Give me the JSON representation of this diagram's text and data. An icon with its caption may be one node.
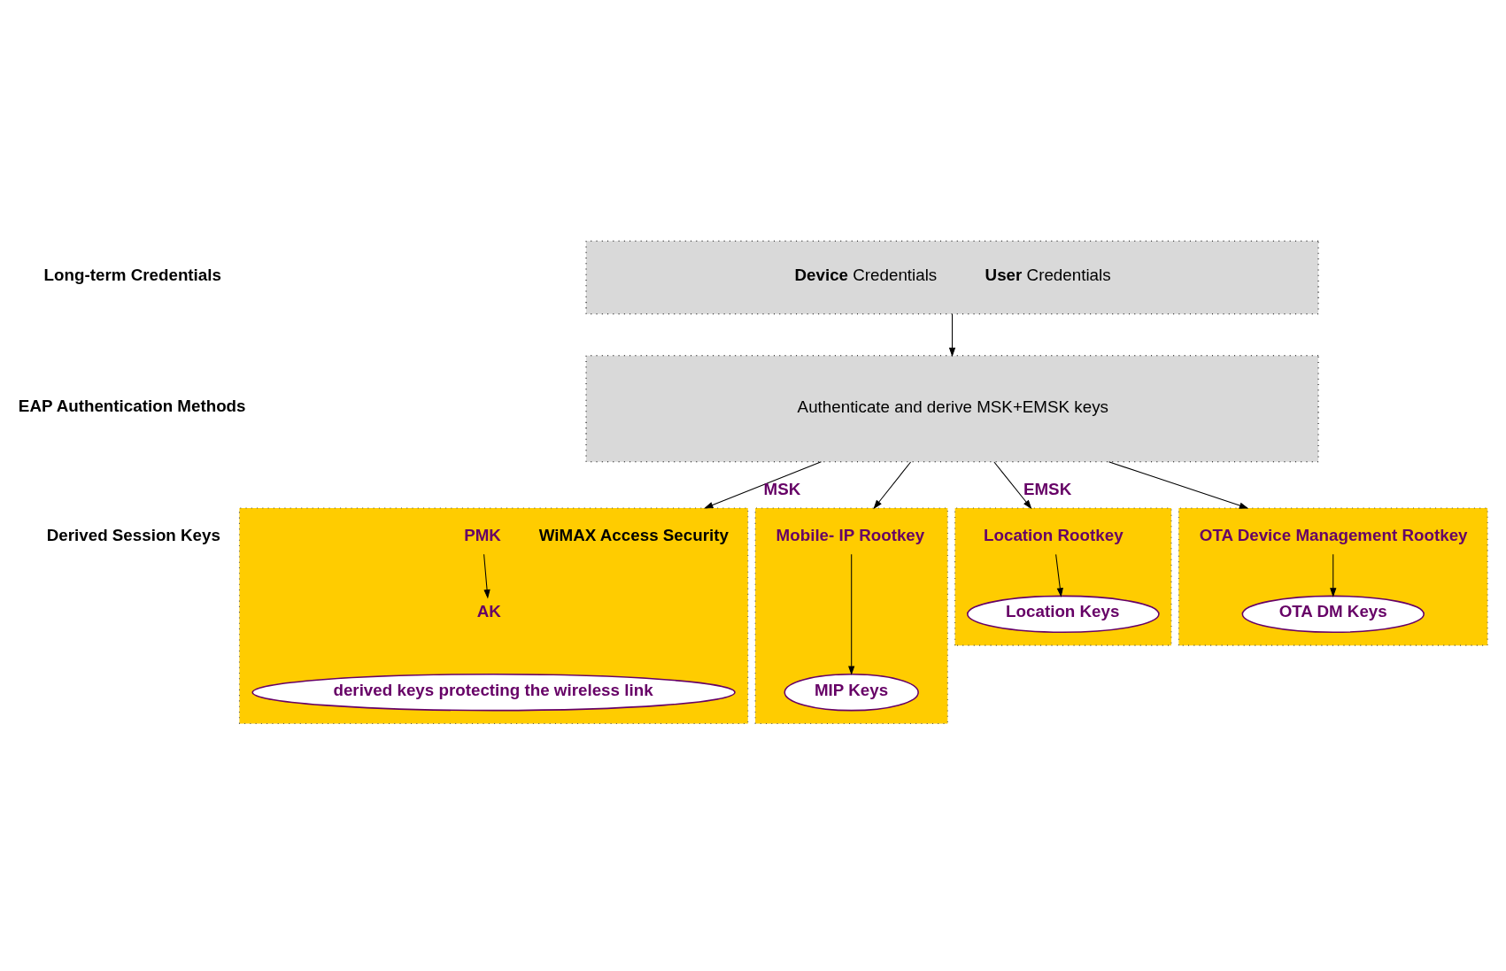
{
  "diagram": {
    "nodes": [
      {
        "text": [
          "**Device** Credentials",
          "**User** Credentials"
        ]
      },
      {
        "text": [
          "Authenticate and derive MSK+EMSK keys"
        ]
      },
      {
        "text": [],
        "shape": "box"
      },
      {
        "text": [
          "WiMAX Access Security"
        ],
        "in": 2
      },
      {
        "text": [
          "PMK"
        ],
        "in": 2
      },
      {
        "text": [
          "AK"
        ],
        "in": 2
      },
      {
        "text": [
          "derived keys protecting the wireless link"
        ],
        "in": 2
      },
      {
        "text": [],
        "shape": "box"
      },
      {
        "text": [
          "Mobile- IP Rootkey"
        ],
        "in": 7
      },
      {
        "text": [
          "MIP Keys"
        ],
        "in": 7
      },
      {
        "text": [],
        "shape": "box"
      },
      {
        "text": [
          "Location Rootkey"
        ],
        "in": 10
      },
      {
        "text": [
          "Location Keys"
        ],
        "in": 10
      },
      {
        "text": [],
        "shape": "box"
      },
      {
        "text": [
          "OTA Device Management Rootkey"
        ],
        "in": 13
      },
      {
        "text": [
          "OTA DM Keys"
        ],
        "in": 13
      }
    ],
    "edges": [
      {
        "from": 0,
        "to": 1,
        "arrow": "to"
      },
      {
        "from": 1,
        "to": 2,
        "arrow": "to",
        "label": "MSK"
      },
      {
        "from": 1,
        "to": 7,
        "arrow": "to"
      },
      {
        "from": 1,
        "to": 10,
        "arrow": "to",
        "label": "EMSK"
      },
      {
        "from": 1,
        "to": 13,
        "arrow": "to"
      },
      {
        "from": 4,
        "to": 5,
        "arrow": "to"
      },
      {
        "from": 8,
        "to": 9,
        "arrow": "to"
      },
      {
        "from": 11,
        "to": 12,
        "arrow": "to"
      },
      {
        "from": 14,
        "to": 15,
        "arrow": "to"
      }
    ],
    "labels": [
      "Long-term Credentials",
      "EAP Authentication Methods",
      "Derived Session Keys"
    ]
  }
}
